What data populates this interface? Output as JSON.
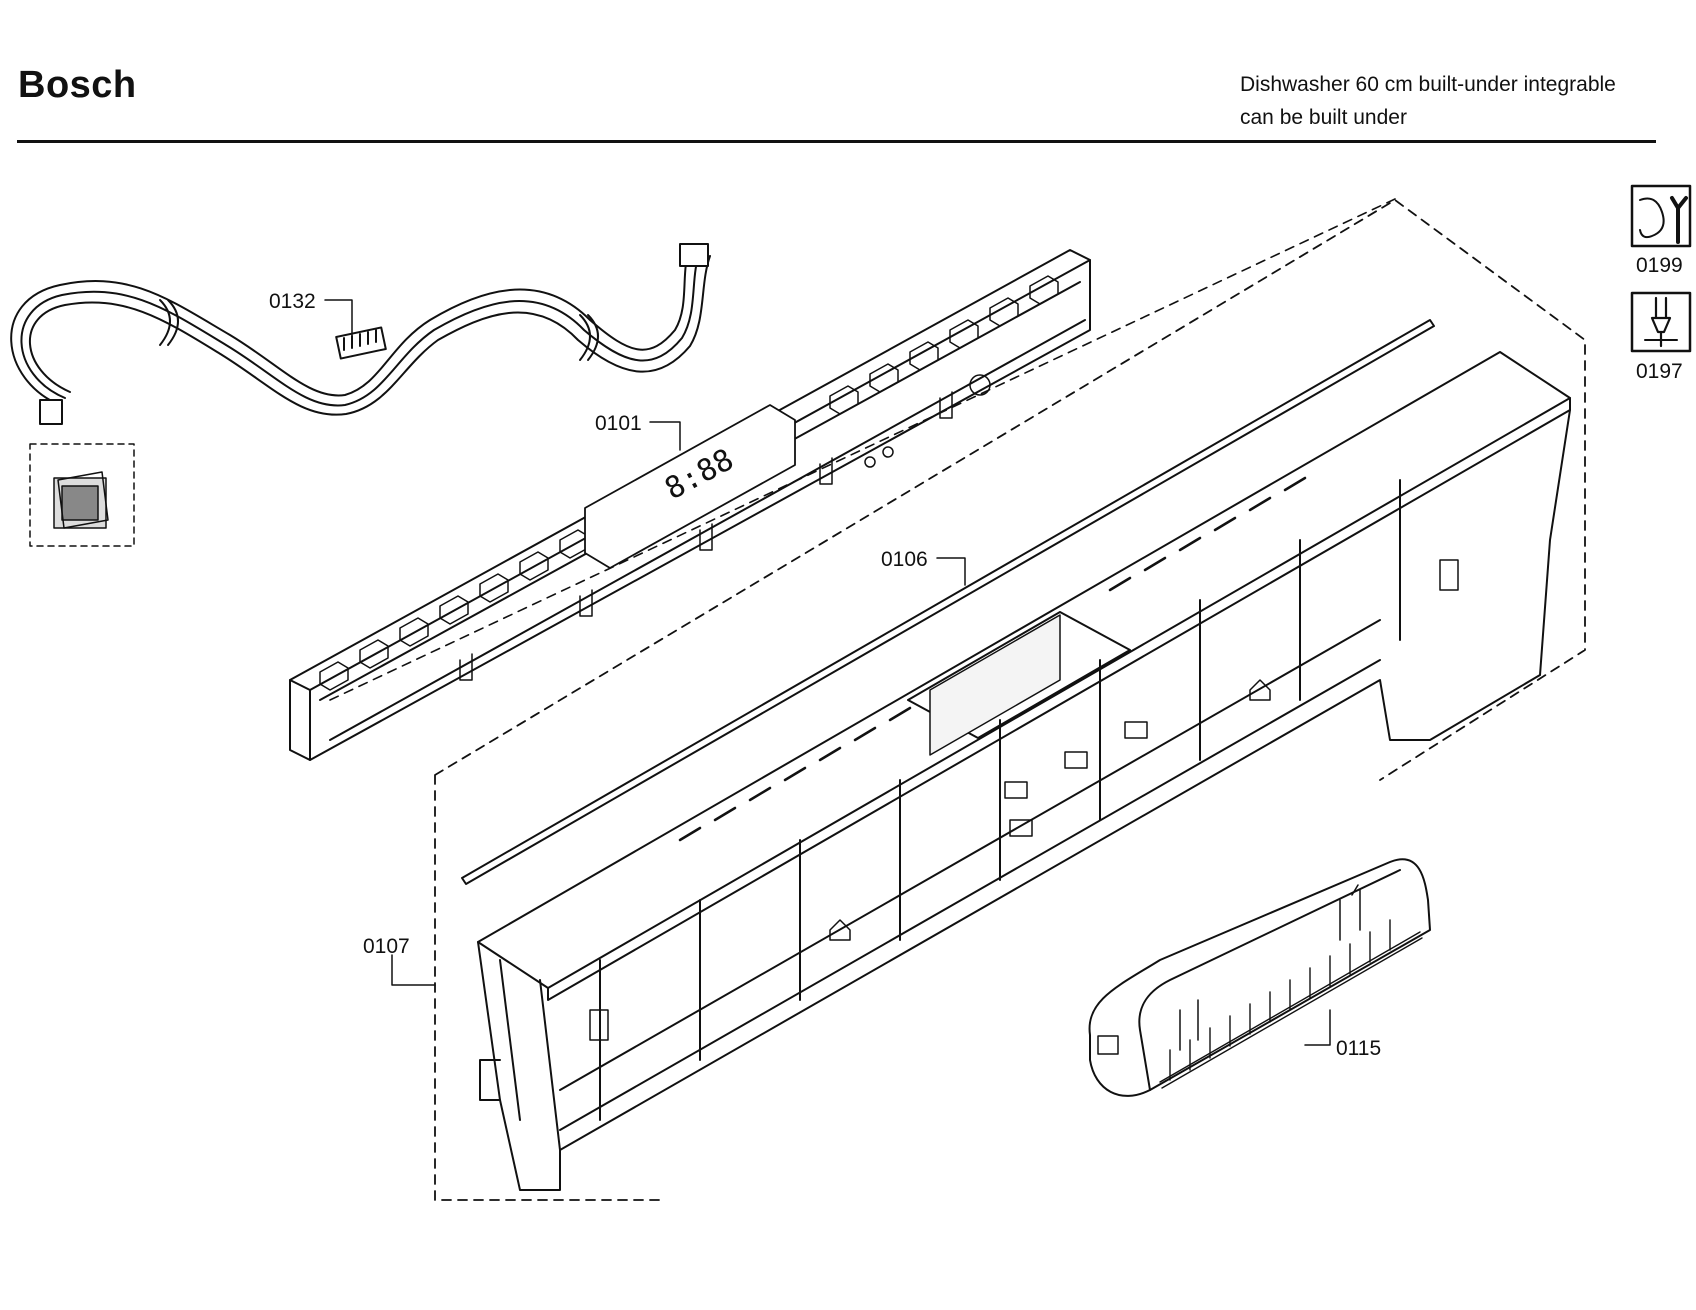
{
  "header": {
    "brand": "Bosch",
    "description_line1": "Dishwasher 60 cm built-under integrable",
    "description_line2": "can be built under"
  },
  "callouts": {
    "c0132": "0132",
    "c0101": "0101",
    "c0106": "0106",
    "c0107": "0107",
    "c0115": "0115"
  },
  "tools": {
    "t0199": "0199",
    "t0197": "0197"
  },
  "icons": {
    "t0199": "wrench-tool-icon",
    "t0197": "screwdriver-tool-icon"
  },
  "display_text": "8:88"
}
